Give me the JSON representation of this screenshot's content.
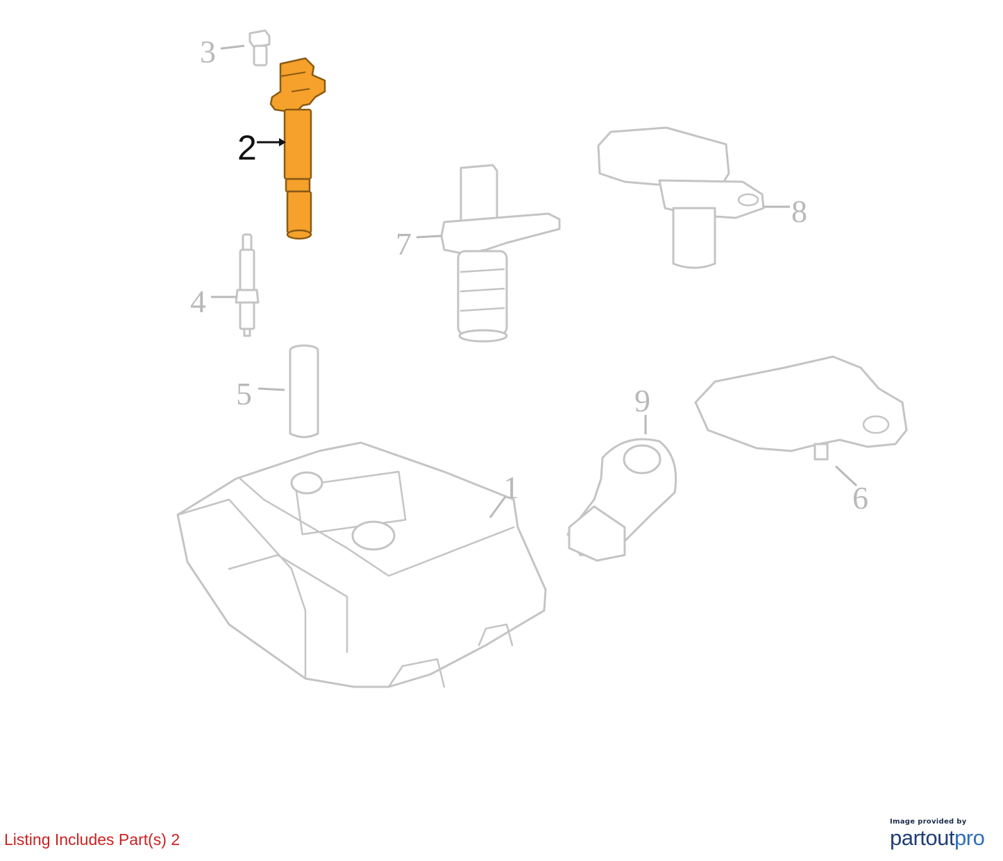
{
  "diagram": {
    "highlighted_part": "2",
    "callouts": [
      "1",
      "2",
      "3",
      "4",
      "5",
      "6",
      "7",
      "8",
      "9"
    ],
    "highlight_color": "#f5a12b",
    "muted_color": "#c4c4c4"
  },
  "footer": {
    "listing_note": "Listing Includes Part(s) 2",
    "credit_line": "Image provided by",
    "brand_part1": "partout",
    "brand_part2": "pro"
  }
}
